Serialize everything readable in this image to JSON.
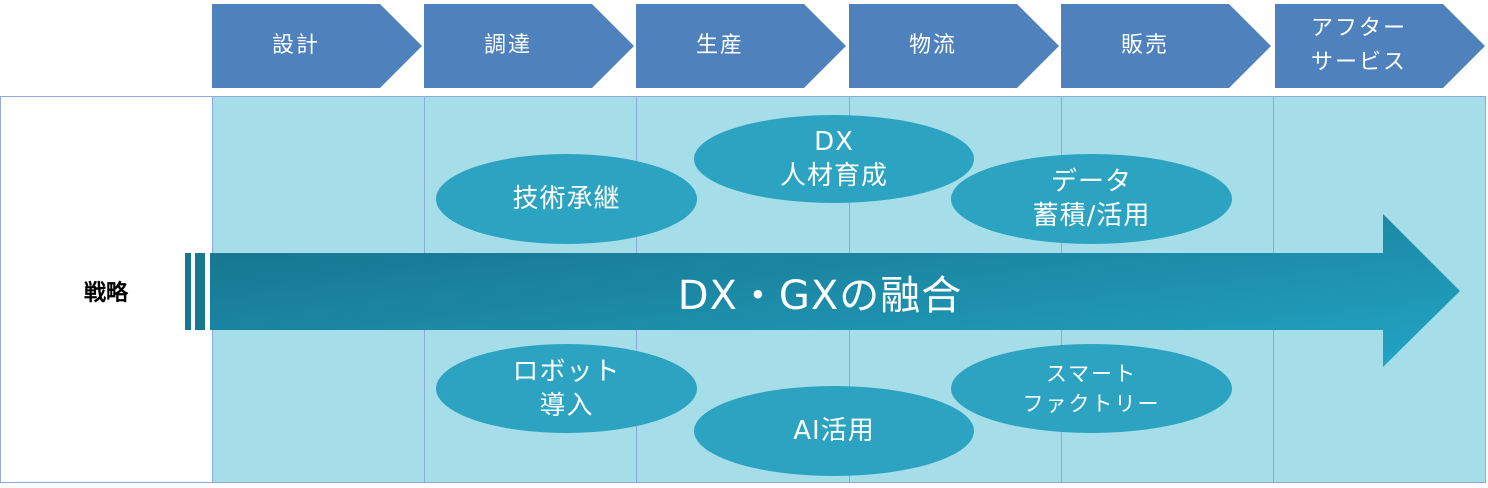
{
  "diagram": {
    "stages": [
      {
        "label": "設計"
      },
      {
        "label": "調達"
      },
      {
        "label": "生産"
      },
      {
        "label": "物流"
      },
      {
        "label": "販売"
      },
      {
        "label": "アフター\nサービス"
      }
    ],
    "row_label": "戦略",
    "arrow": {
      "label": "DX・GXの融合"
    },
    "initiatives_top": [
      {
        "label": "技術承継"
      },
      {
        "label": "DX\n人材育成"
      },
      {
        "label": "データ\n蓄積/活用"
      }
    ],
    "initiatives_bottom": [
      {
        "label": "ロボット\n導入"
      },
      {
        "label": "AI活用"
      },
      {
        "label": "スマート\nファクトリー"
      }
    ],
    "colors": {
      "chevron": "#4f81bd",
      "cell_fill": "#a5dde9",
      "cell_border": "#8eaadb",
      "ellipse": "#2ca3c0",
      "arrow_dark": "#16708a",
      "arrow_light": "#22a5c4"
    }
  }
}
